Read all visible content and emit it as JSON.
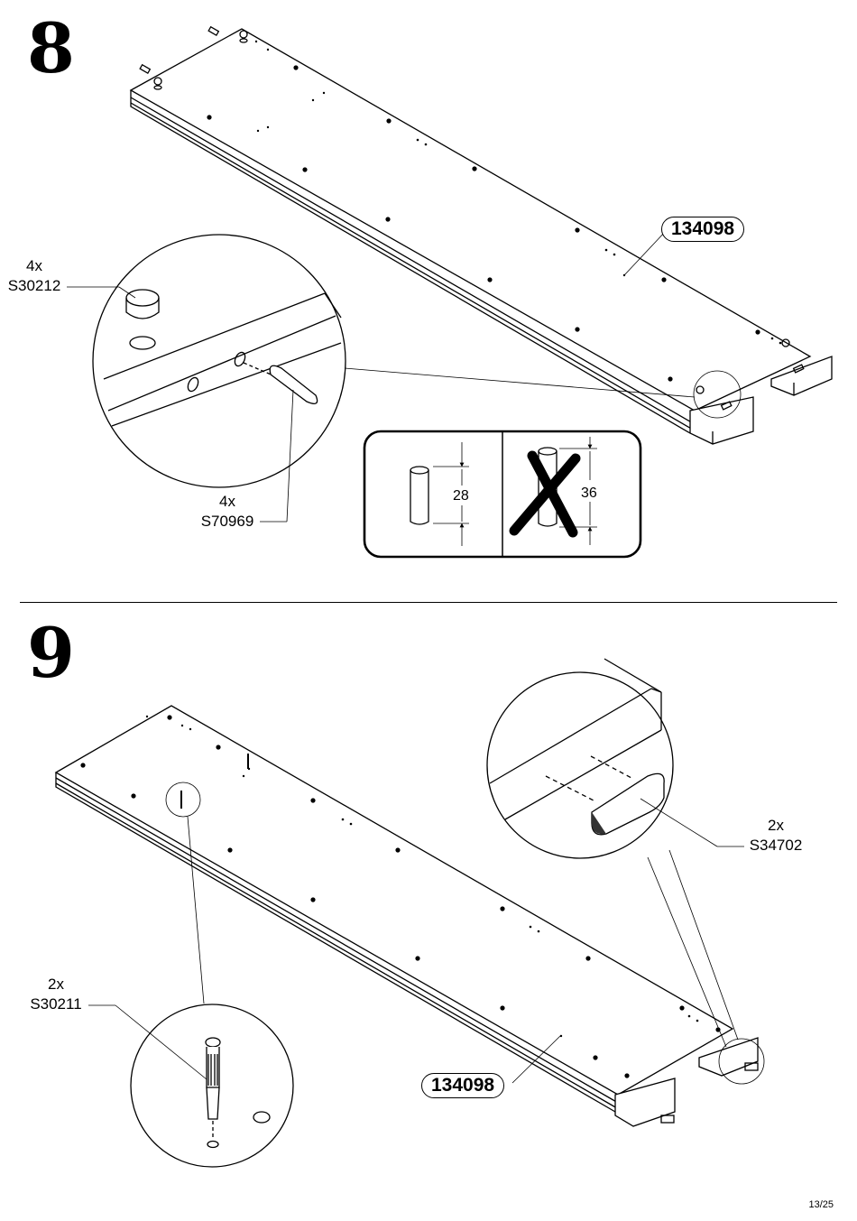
{
  "page": {
    "number": "13/25"
  },
  "step8": {
    "number": "8",
    "panel_code": "134098",
    "parts": [
      {
        "qty": "4x",
        "code": "S30212"
      },
      {
        "qty": "4x",
        "code": "S70969"
      }
    ],
    "dowel_check": {
      "ok_length": "28",
      "wrong_length": "36"
    }
  },
  "step9": {
    "number": "9",
    "panel_code": "134098",
    "parts": [
      {
        "qty": "2x",
        "code": "S34702"
      },
      {
        "qty": "2x",
        "code": "S30211"
      }
    ]
  }
}
